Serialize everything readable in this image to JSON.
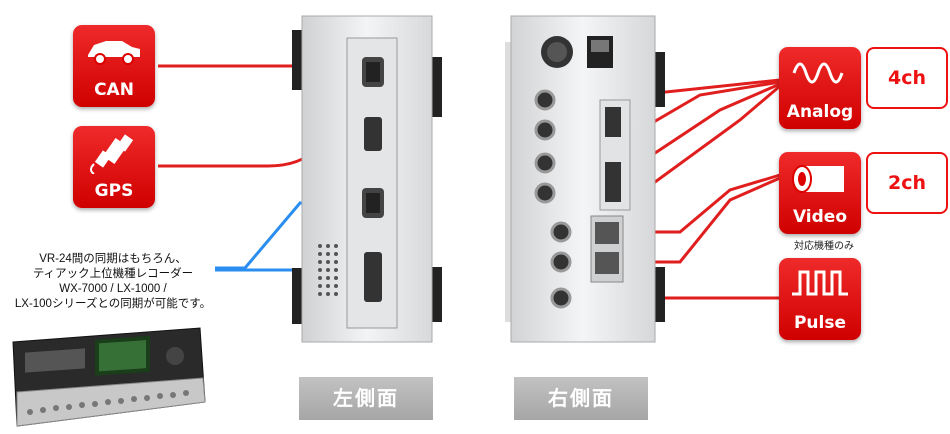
{
  "badges": {
    "can": "CAN",
    "gps": "GPS",
    "analog": "Analog",
    "video": "Video",
    "pulse": "Pulse"
  },
  "channels": {
    "analog": "4ch",
    "video": "2ch"
  },
  "video_note": "対応機種のみ",
  "sync_note": [
    "VR-24間の同期はもちろん、",
    "ティアック上位機種レコーダー",
    "WX-7000 / LX-1000 /",
    "LX-100シリーズとの同期が可能です。"
  ],
  "side_labels": {
    "left": "左側面",
    "right": "右側面"
  },
  "colors": {
    "red": "#e11e1e",
    "blue": "#2a8ef0"
  }
}
